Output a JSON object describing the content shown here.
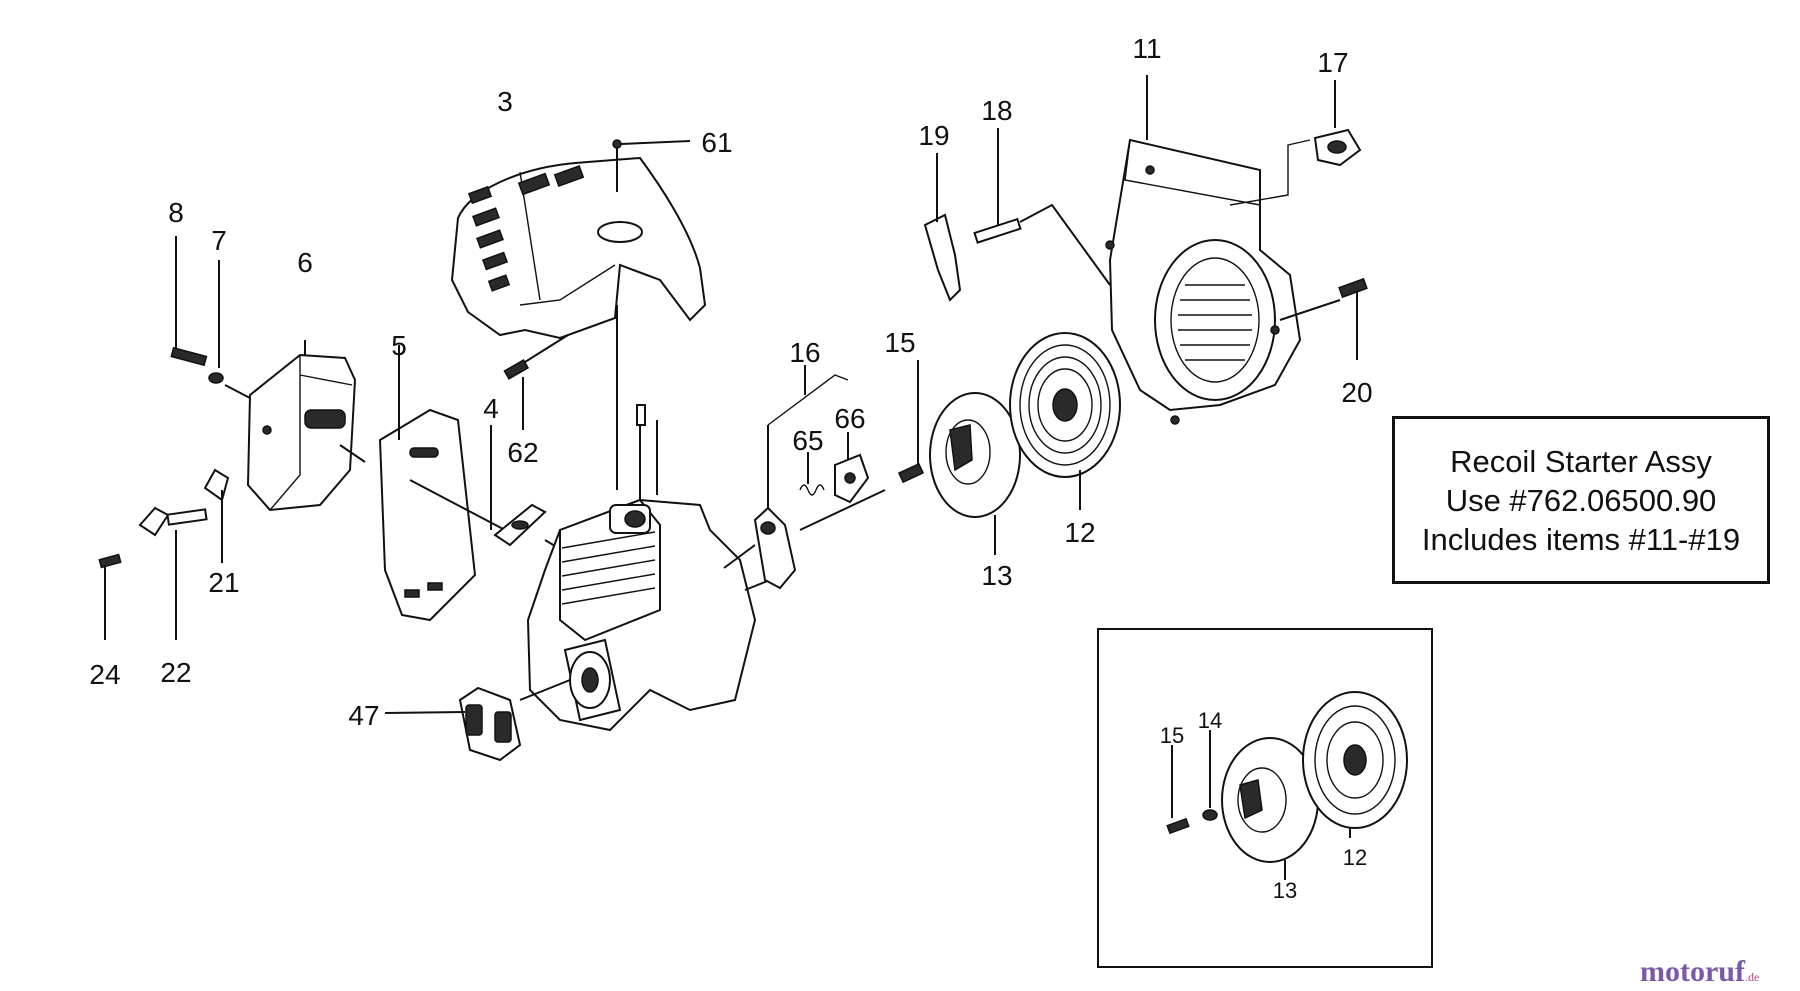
{
  "callouts": {
    "n3": "3",
    "n61": "61",
    "n8": "8",
    "n7": "7",
    "n6": "6",
    "n5": "5",
    "n4": "4",
    "n62": "62",
    "n21": "21",
    "n22": "22",
    "n24": "24",
    "n47": "47",
    "n16": "16",
    "n65": "65",
    "n66": "66",
    "n15": "15",
    "n13": "13",
    "n12": "12",
    "n19": "19",
    "n18": "18",
    "n11": "11",
    "n17": "17",
    "n20": "20"
  },
  "inset_callouts": {
    "n15": "15",
    "n14": "14",
    "n13": "13",
    "n12": "12"
  },
  "info_box": {
    "line1": "Recoil Starter Assy",
    "line2": "Use #762.06500.90",
    "line3": "Includes items #11-#19"
  },
  "watermark": {
    "brand": "motoruf",
    "suffix": ".de"
  },
  "colors": {
    "line": "#111111",
    "watermark": "#7a5aa8"
  }
}
